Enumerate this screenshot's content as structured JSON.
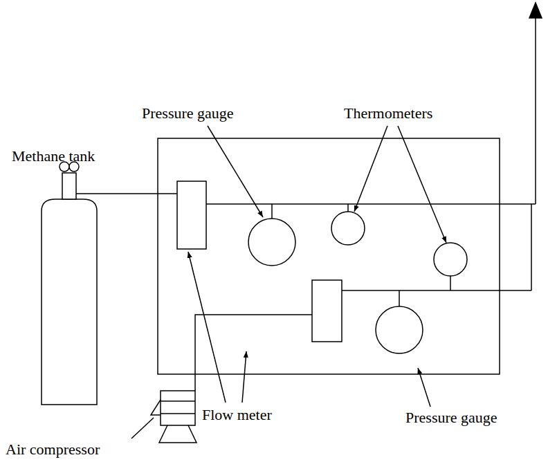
{
  "diagram": {
    "labels": [
      "Pressure gauge",
      "Thermometers",
      "Methane tank",
      "Flow meter",
      "Air compressor",
      "Pressure gauge"
    ]
  }
}
